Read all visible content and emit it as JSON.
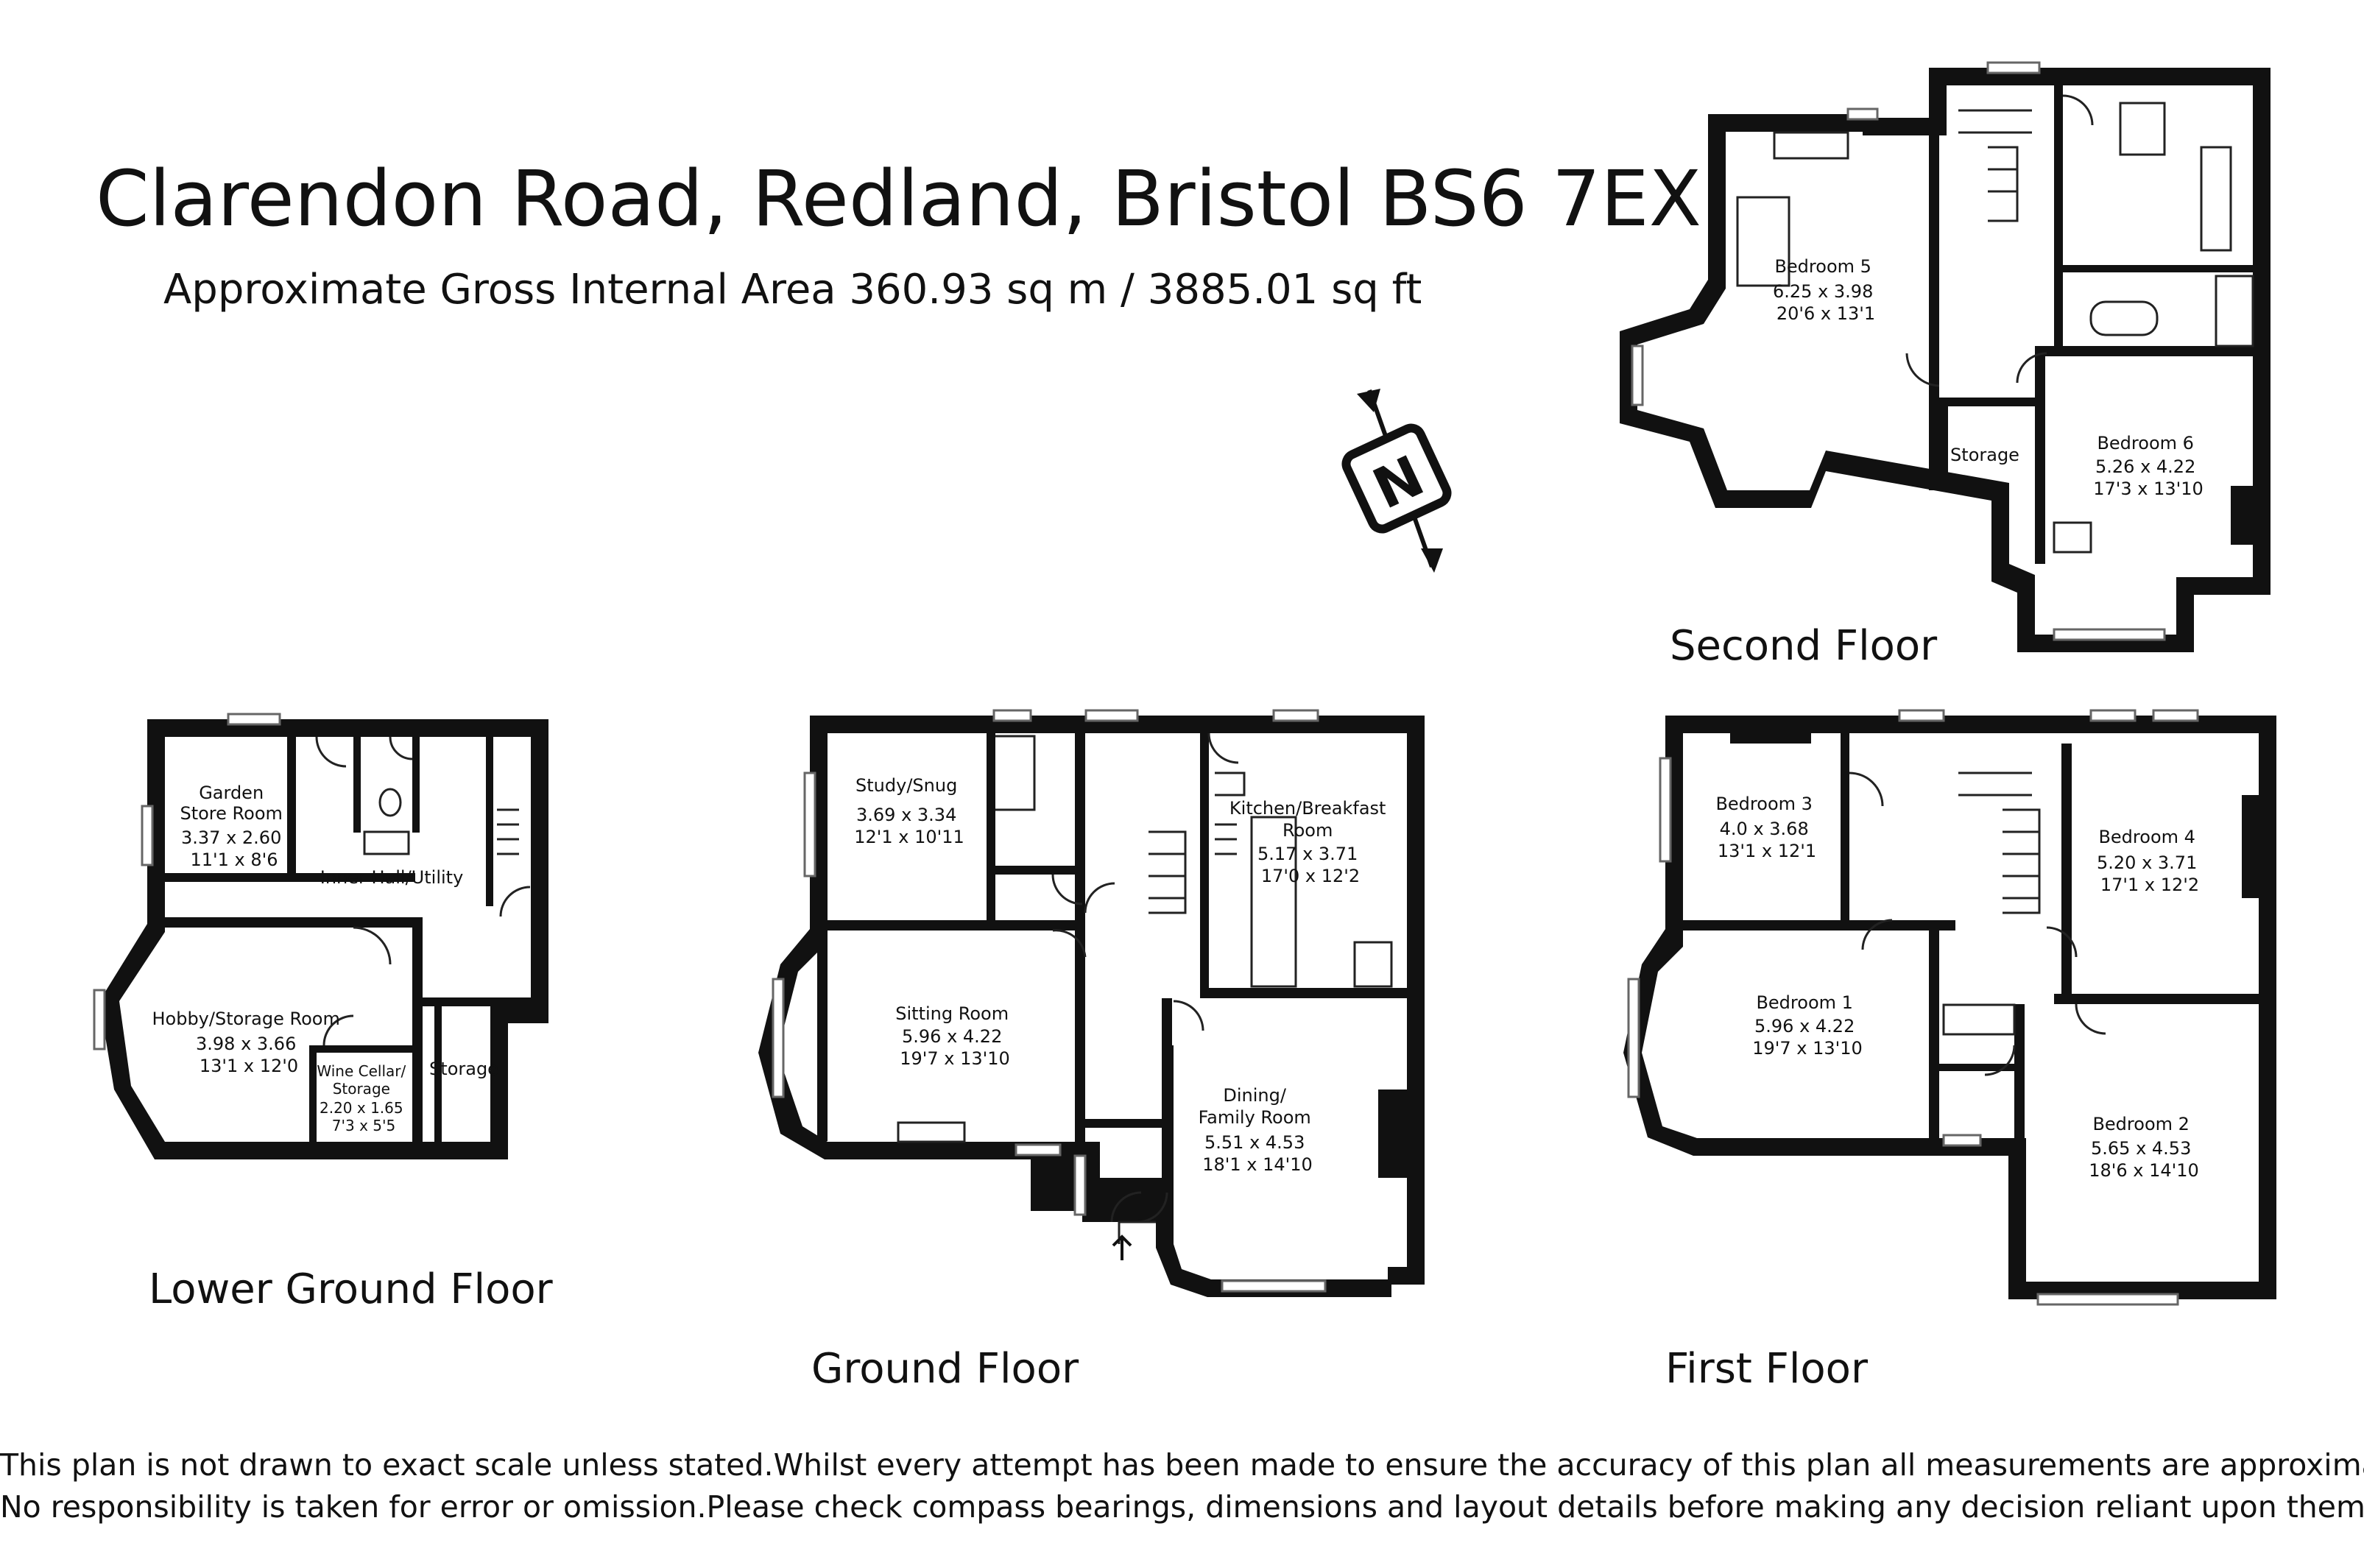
{
  "header": {
    "title": "Clarendon Road, Redland, Bristol BS6 7EX",
    "subtitle": "Approximate Gross Internal Area 360.93 sq m / 3885.01 sq ft"
  },
  "compass": {
    "letter": "N",
    "icon": "compass-north-icon"
  },
  "floors": {
    "lower_ground": {
      "label": "Lower Ground Floor",
      "rooms": [
        {
          "name": [
            "Garden",
            "Store Room"
          ],
          "dims": [
            "3.37 x 2.60",
            "11'1 x 8'6"
          ]
        },
        {
          "name": [
            "Inner Hall/Utility"
          ],
          "dims": []
        },
        {
          "name": [
            "Hobby/Storage Room"
          ],
          "dims": [
            "3.98 x 3.66",
            "13'1 x 12'0"
          ]
        },
        {
          "name": [
            "Wine Cellar/",
            "Storage"
          ],
          "dims": [
            "2.20 x 1.65",
            "7'3 x 5'5"
          ]
        },
        {
          "name": [
            "Storage"
          ],
          "dims": []
        }
      ]
    },
    "ground": {
      "label": "Ground Floor",
      "rooms": [
        {
          "name": [
            "Study/Snug"
          ],
          "dims": [
            "3.69 x 3.34",
            "12'1 x 10'11"
          ]
        },
        {
          "name": [
            "Kitchen/Breakfast",
            "Room"
          ],
          "dims": [
            "5.17 x 3.71",
            "17'0 x 12'2"
          ]
        },
        {
          "name": [
            "Sitting Room"
          ],
          "dims": [
            "5.96 x 4.22",
            "19'7 x 13'10"
          ]
        },
        {
          "name": [
            "Dining/",
            "Family Room"
          ],
          "dims": [
            "5.51 x 4.53",
            "18'1 x 14'10"
          ]
        }
      ]
    },
    "first": {
      "label": "First Floor",
      "rooms": [
        {
          "name": [
            "Bedroom 3"
          ],
          "dims": [
            "4.0 x 3.68",
            "13'1 x 12'1"
          ]
        },
        {
          "name": [
            "Bedroom 4"
          ],
          "dims": [
            "5.20 x 3.71",
            "17'1 x 12'2"
          ]
        },
        {
          "name": [
            "Bedroom 1"
          ],
          "dims": [
            "5.96 x 4.22",
            "19'7 x 13'10"
          ]
        },
        {
          "name": [
            "Bedroom 2"
          ],
          "dims": [
            "5.65 x 4.53",
            "18'6 x 14'10"
          ]
        }
      ]
    },
    "second": {
      "label": "Second Floor",
      "rooms": [
        {
          "name": [
            "Bedroom 5"
          ],
          "dims": [
            "6.25 x 3.98",
            "20'6 x 13'1"
          ]
        },
        {
          "name": [
            "Bedroom 6"
          ],
          "dims": [
            "5.26 x 4.22",
            "17'3 x 13'10"
          ]
        },
        {
          "name": [
            "Storage"
          ],
          "dims": []
        }
      ]
    }
  },
  "disclaimer": {
    "line1": "This plan is not drawn to exact scale unless stated.Whilst every attempt has been made to ensure the accuracy of this plan all measurements are approximate.",
    "line2": "No responsibility is taken for error or omission.Please check compass bearings, dimensions and layout details before making any decision reliant upon them."
  }
}
